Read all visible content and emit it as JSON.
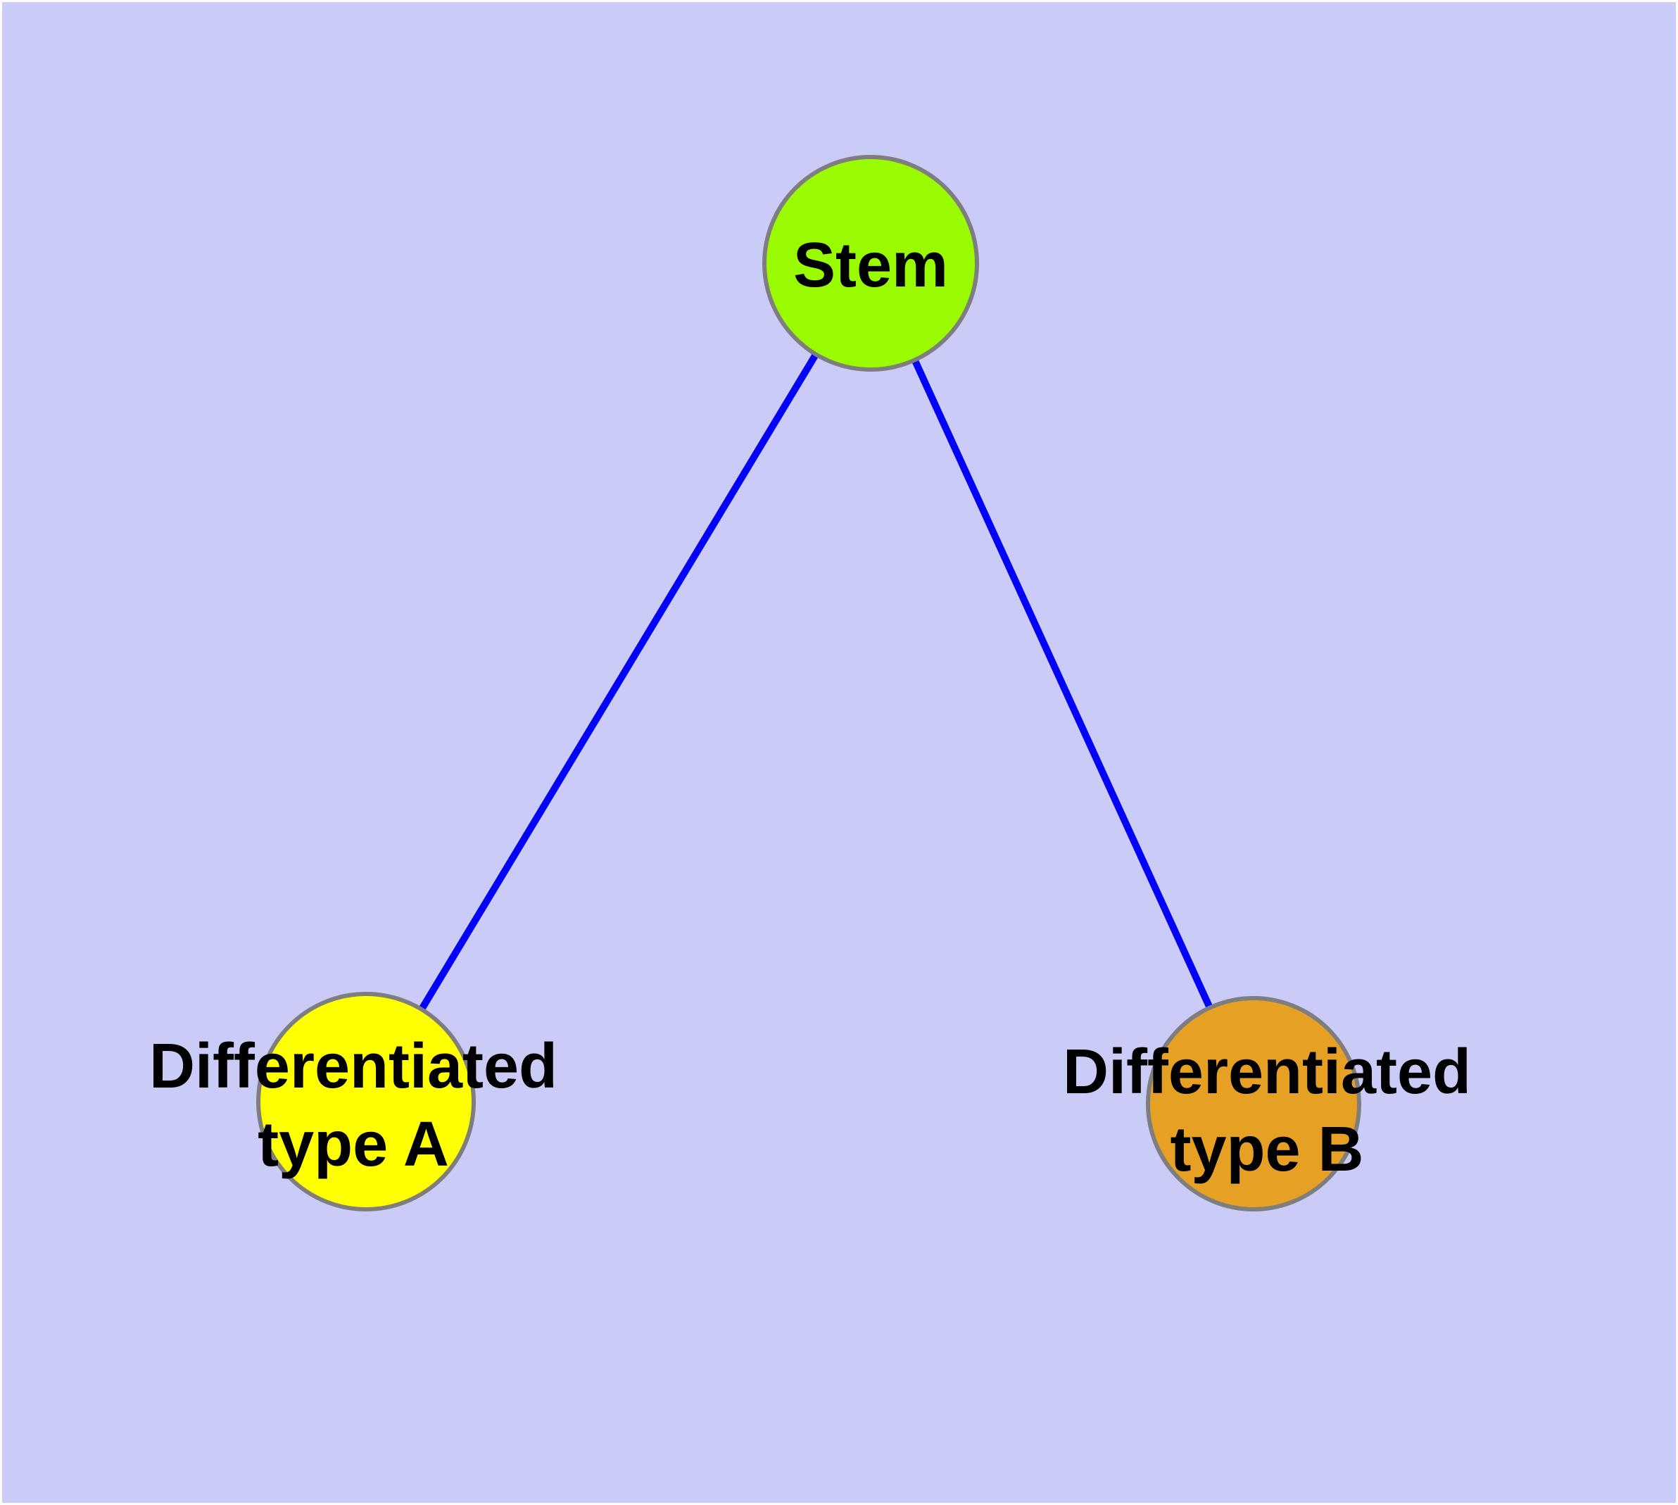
{
  "graph": {
    "background_color": "#CBCBF8",
    "frame_color": "#FFFFFF",
    "edge_color": "#0202FA",
    "node_border_color": "#7E7E7E",
    "label_color": "#000000",
    "nodes": [
      {
        "id": "stem",
        "label": "Stem",
        "lines": [
          "Stem"
        ],
        "fill": "#9AFA00"
      },
      {
        "id": "differentiated-type-a",
        "label": "Differentiated type A",
        "lines": [
          "Differentiated",
          "type A"
        ],
        "fill": "#FFFF00"
      },
      {
        "id": "differentiated-type-b",
        "label": "Differentiated type B",
        "lines": [
          "Differentiated",
          "type B"
        ],
        "fill": "#E6A024"
      }
    ],
    "edges": [
      {
        "from": "Stem",
        "to": "Differentiated type A"
      },
      {
        "from": "Stem",
        "to": "Differentiated type B"
      }
    ]
  }
}
